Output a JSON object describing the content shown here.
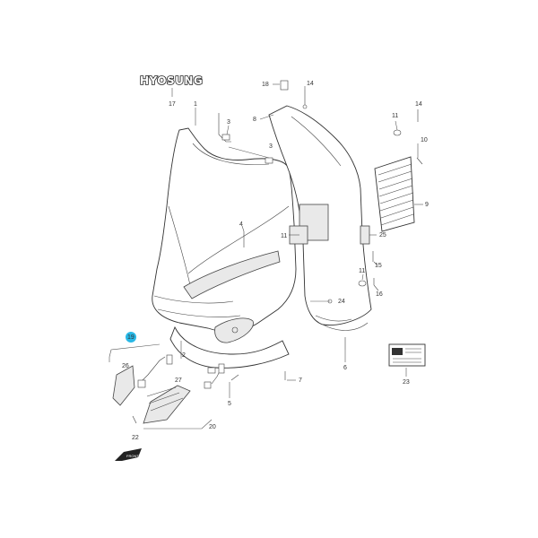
{
  "brand": "HYOSUNG",
  "callouts": {
    "c1": "1",
    "c2": "2",
    "c3a": "3",
    "c3b": "3",
    "c4": "4",
    "c5": "5",
    "c6": "6",
    "c7": "7",
    "c8": "8",
    "c9": "9",
    "c10": "10",
    "c11a": "11",
    "c11b": "11",
    "c11c": "11",
    "c14": "14",
    "c15": "15",
    "c16": "16",
    "c17": "17",
    "c18": "18",
    "c19": "19",
    "c20": "20",
    "c22": "22",
    "c23": "23",
    "c24": "24",
    "c25": "25",
    "c26": "26",
    "c27": "27"
  },
  "front_arrow": "FRONT",
  "colors": {
    "highlight_circle": "#28b8e6",
    "line": "#555555"
  }
}
